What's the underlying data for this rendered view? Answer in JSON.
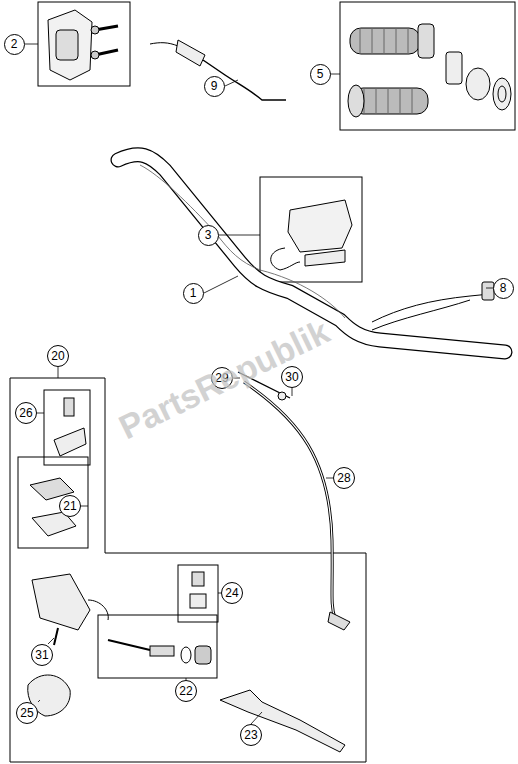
{
  "diagram": {
    "nodes": [
      {
        "text": [
          "2"
        ]
      },
      {
        "text": [
          "5"
        ]
      },
      {
        "text": [
          "9"
        ]
      },
      {
        "text": [
          "3"
        ]
      },
      {
        "text": [
          "1"
        ]
      },
      {
        "text": [
          "8"
        ]
      },
      {
        "text": [
          "20"
        ]
      },
      {
        "text": [
          "29"
        ]
      },
      {
        "text": [
          "30"
        ]
      },
      {
        "text": [
          "26"
        ]
      },
      {
        "text": [
          "21"
        ]
      },
      {
        "text": [
          "28"
        ]
      },
      {
        "text": [
          "24"
        ]
      },
      {
        "text": [
          "31"
        ]
      },
      {
        "text": [
          "22"
        ]
      },
      {
        "text": [
          "25"
        ]
      },
      {
        "text": [
          "23"
        ]
      }
    ],
    "edges": [],
    "labels": [
      "PartsRepublik"
    ]
  }
}
